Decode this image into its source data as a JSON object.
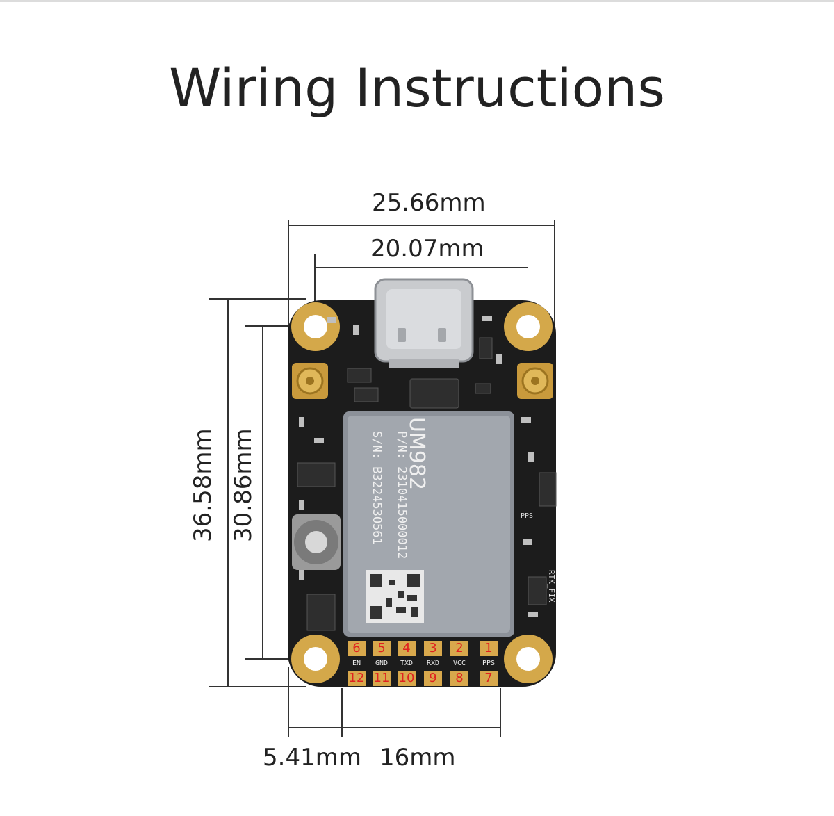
{
  "title": "Wiring Instructions",
  "dimensions": {
    "overall_width": "25.66mm",
    "hole_spacing_width": "20.07mm",
    "overall_height": "36.58mm",
    "hole_spacing_height": "30.86mm",
    "pin_offset": "5.41mm",
    "pin_span": "16mm"
  },
  "module": {
    "name": "UM982",
    "part_number": "P/N: 2310415000012",
    "serial_number": "S/N: B322453O561"
  },
  "pins_top": [
    {
      "number": "6",
      "label": "EN"
    },
    {
      "number": "5",
      "label": "GND"
    },
    {
      "number": "4",
      "label": "TXD"
    },
    {
      "number": "3",
      "label": "RXD"
    },
    {
      "number": "2",
      "label": "VCC"
    },
    {
      "number": "1",
      "label": "PPS"
    }
  ],
  "pins_bottom": [
    "12",
    "11",
    "10",
    "9",
    "8",
    "7"
  ],
  "silkscreen": {
    "side_label": "RTK_FIX",
    "pps_label": "PPS"
  },
  "colors": {
    "pcb": "#1c1c1c",
    "gold": "#d4a84a",
    "pin_number": "#e02020",
    "module": "#8c9199"
  }
}
